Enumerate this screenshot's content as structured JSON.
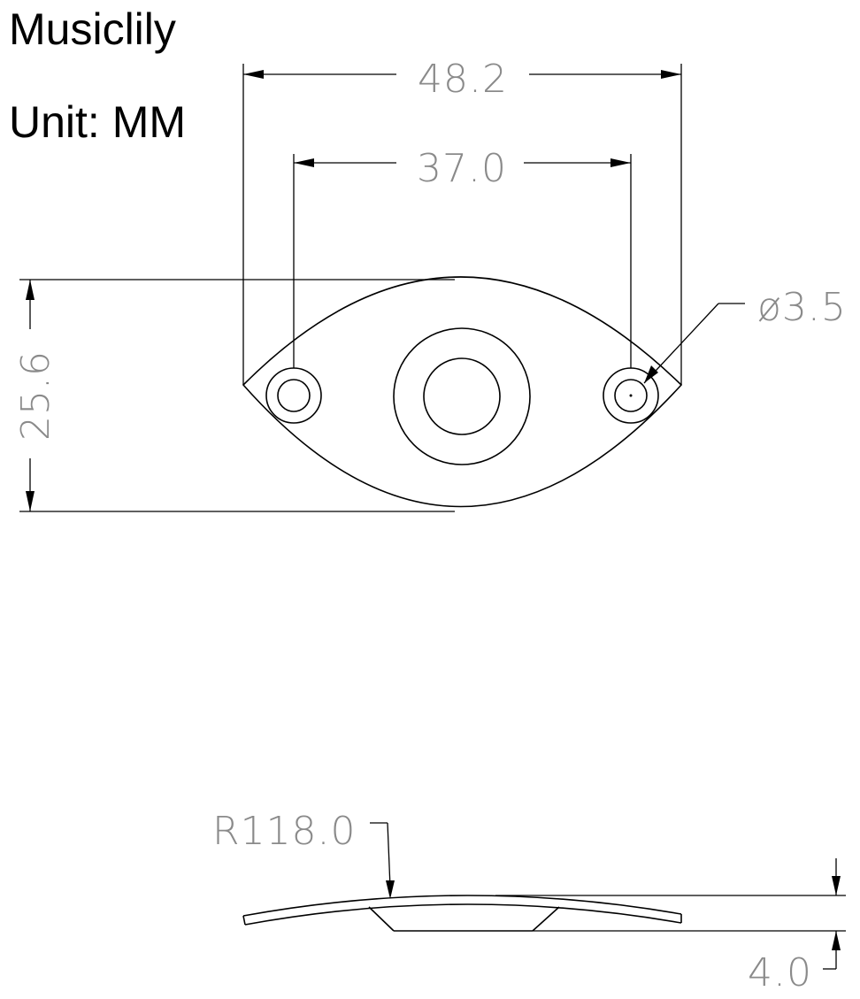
{
  "brand": {
    "name": "Musiclily",
    "unit": "Unit: MM"
  },
  "top_view": {
    "overall_width": "48.2",
    "hole_spacing": "37.0",
    "height": "25.6",
    "hole_diameter": "ø3.5"
  },
  "side_view": {
    "radius": "R118.0",
    "thickness": "4.0"
  },
  "colors": {
    "line": "#000000",
    "dimension_text": "#8a8a8a",
    "background": "#ffffff"
  }
}
